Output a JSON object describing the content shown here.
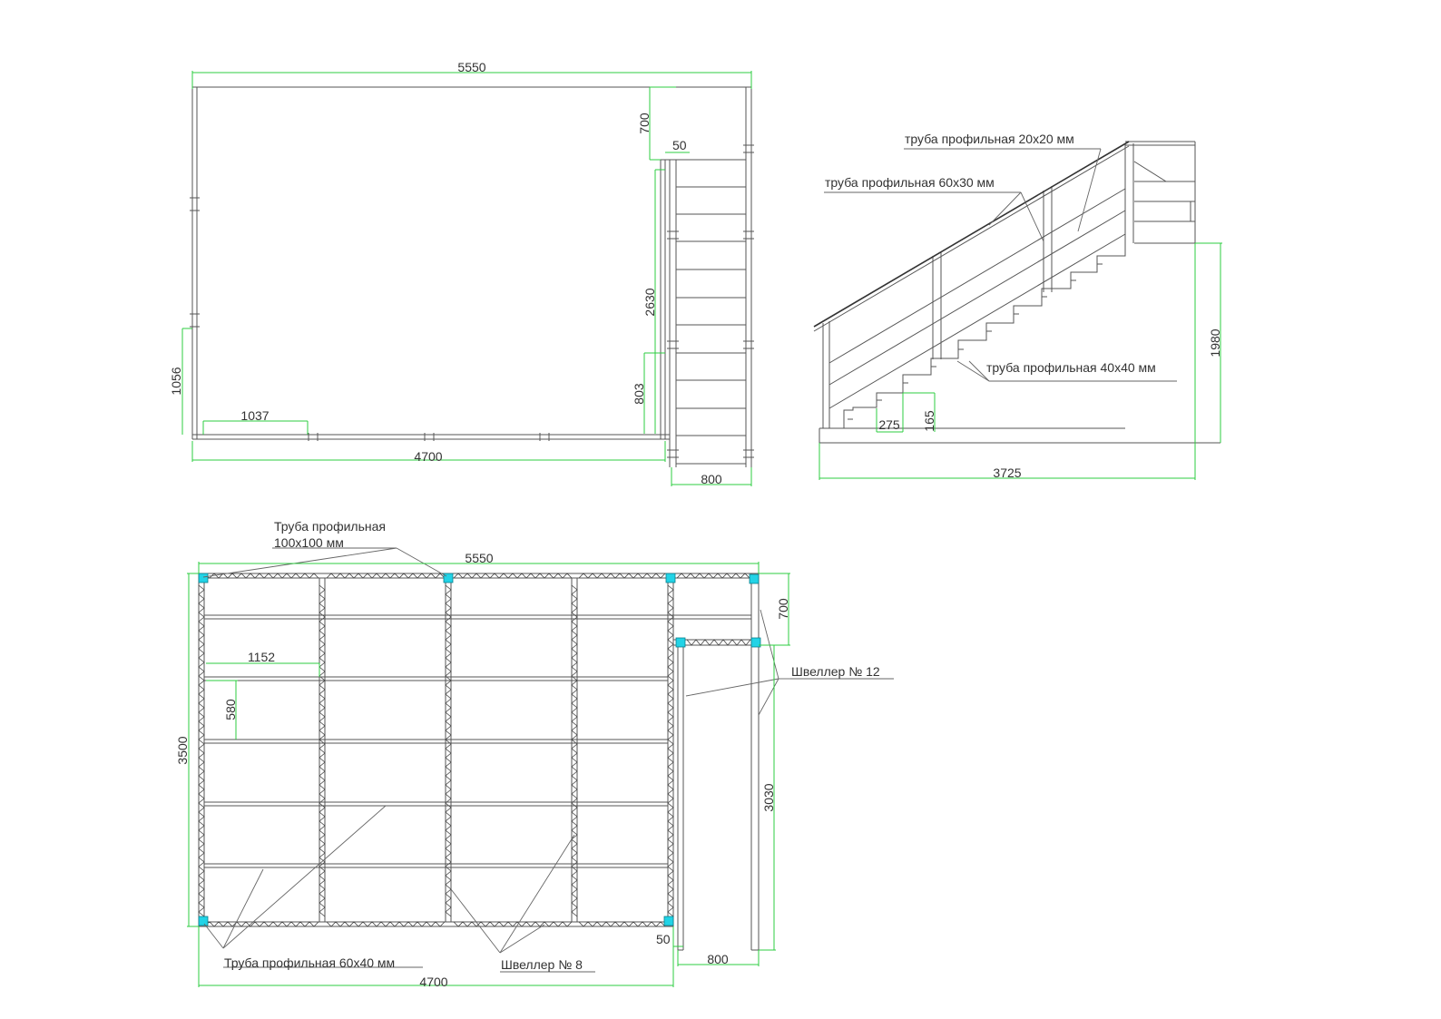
{
  "colors": {
    "dimension": "#2ecc40",
    "line": "#555555",
    "post": "#22d3e6"
  },
  "plan_top": {
    "dim_width_total": "5550",
    "dim_width_floor": "4700",
    "dim_top_landing": "700",
    "dim_gap": "50",
    "dim_stair_run": "2630",
    "dim_stair_lower": "803",
    "dim_left_wall": "1056",
    "dim_door": "1037",
    "dim_stair_width": "800"
  },
  "elevation": {
    "label_rail_top": "труба профильная 20x20 мм",
    "label_rail_main": "труба профильная 60x30 мм",
    "label_stringer": "труба профильная 40x40 мм",
    "dim_height": "1980",
    "dim_length": "3725",
    "dim_tread": "275",
    "dim_riser": "165"
  },
  "frame_plan": {
    "label_post_line1": "Труба профильная",
    "label_post_line2": "100x100 мм",
    "label_beam": "Труба профильная 60x40 мм",
    "label_channel8": "Швеллер № 8",
    "label_channel12": "Швеллер № 12",
    "dim_width_total": "5550",
    "dim_width_floor": "4700",
    "dim_depth": "3500",
    "dim_landing": "700",
    "dim_stair_run": "3030",
    "dim_bay": "1152",
    "dim_joist": "580",
    "dim_gap": "50",
    "dim_stair_width": "800"
  }
}
